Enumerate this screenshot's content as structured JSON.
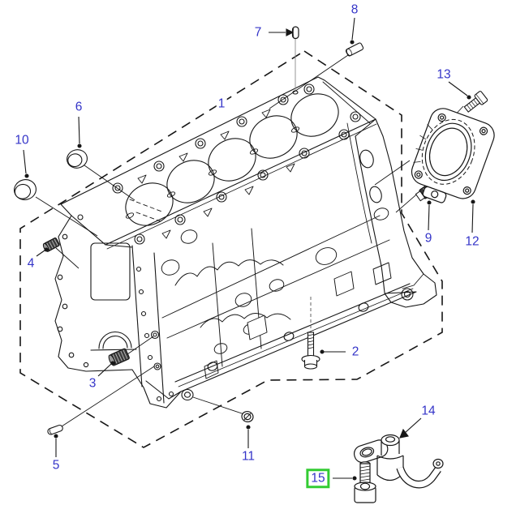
{
  "diagram": {
    "type": "exploded-parts-diagram",
    "subject": "cylinder-block",
    "colors": {
      "background": "#ffffff",
      "line": "#161616",
      "callout_label": "#3434c8",
      "highlight_box": "#33cc33"
    },
    "callouts": [
      {
        "num": "1",
        "highlighted": false
      },
      {
        "num": "2",
        "highlighted": false
      },
      {
        "num": "3",
        "highlighted": false
      },
      {
        "num": "4",
        "highlighted": false
      },
      {
        "num": "5",
        "highlighted": false
      },
      {
        "num": "6",
        "highlighted": false
      },
      {
        "num": "7",
        "highlighted": false
      },
      {
        "num": "8",
        "highlighted": false
      },
      {
        "num": "9",
        "highlighted": false
      },
      {
        "num": "10",
        "highlighted": false
      },
      {
        "num": "11",
        "highlighted": false
      },
      {
        "num": "12",
        "highlighted": false
      },
      {
        "num": "13",
        "highlighted": false
      },
      {
        "num": "14",
        "highlighted": false
      },
      {
        "num": "15",
        "highlighted": true
      }
    ]
  }
}
